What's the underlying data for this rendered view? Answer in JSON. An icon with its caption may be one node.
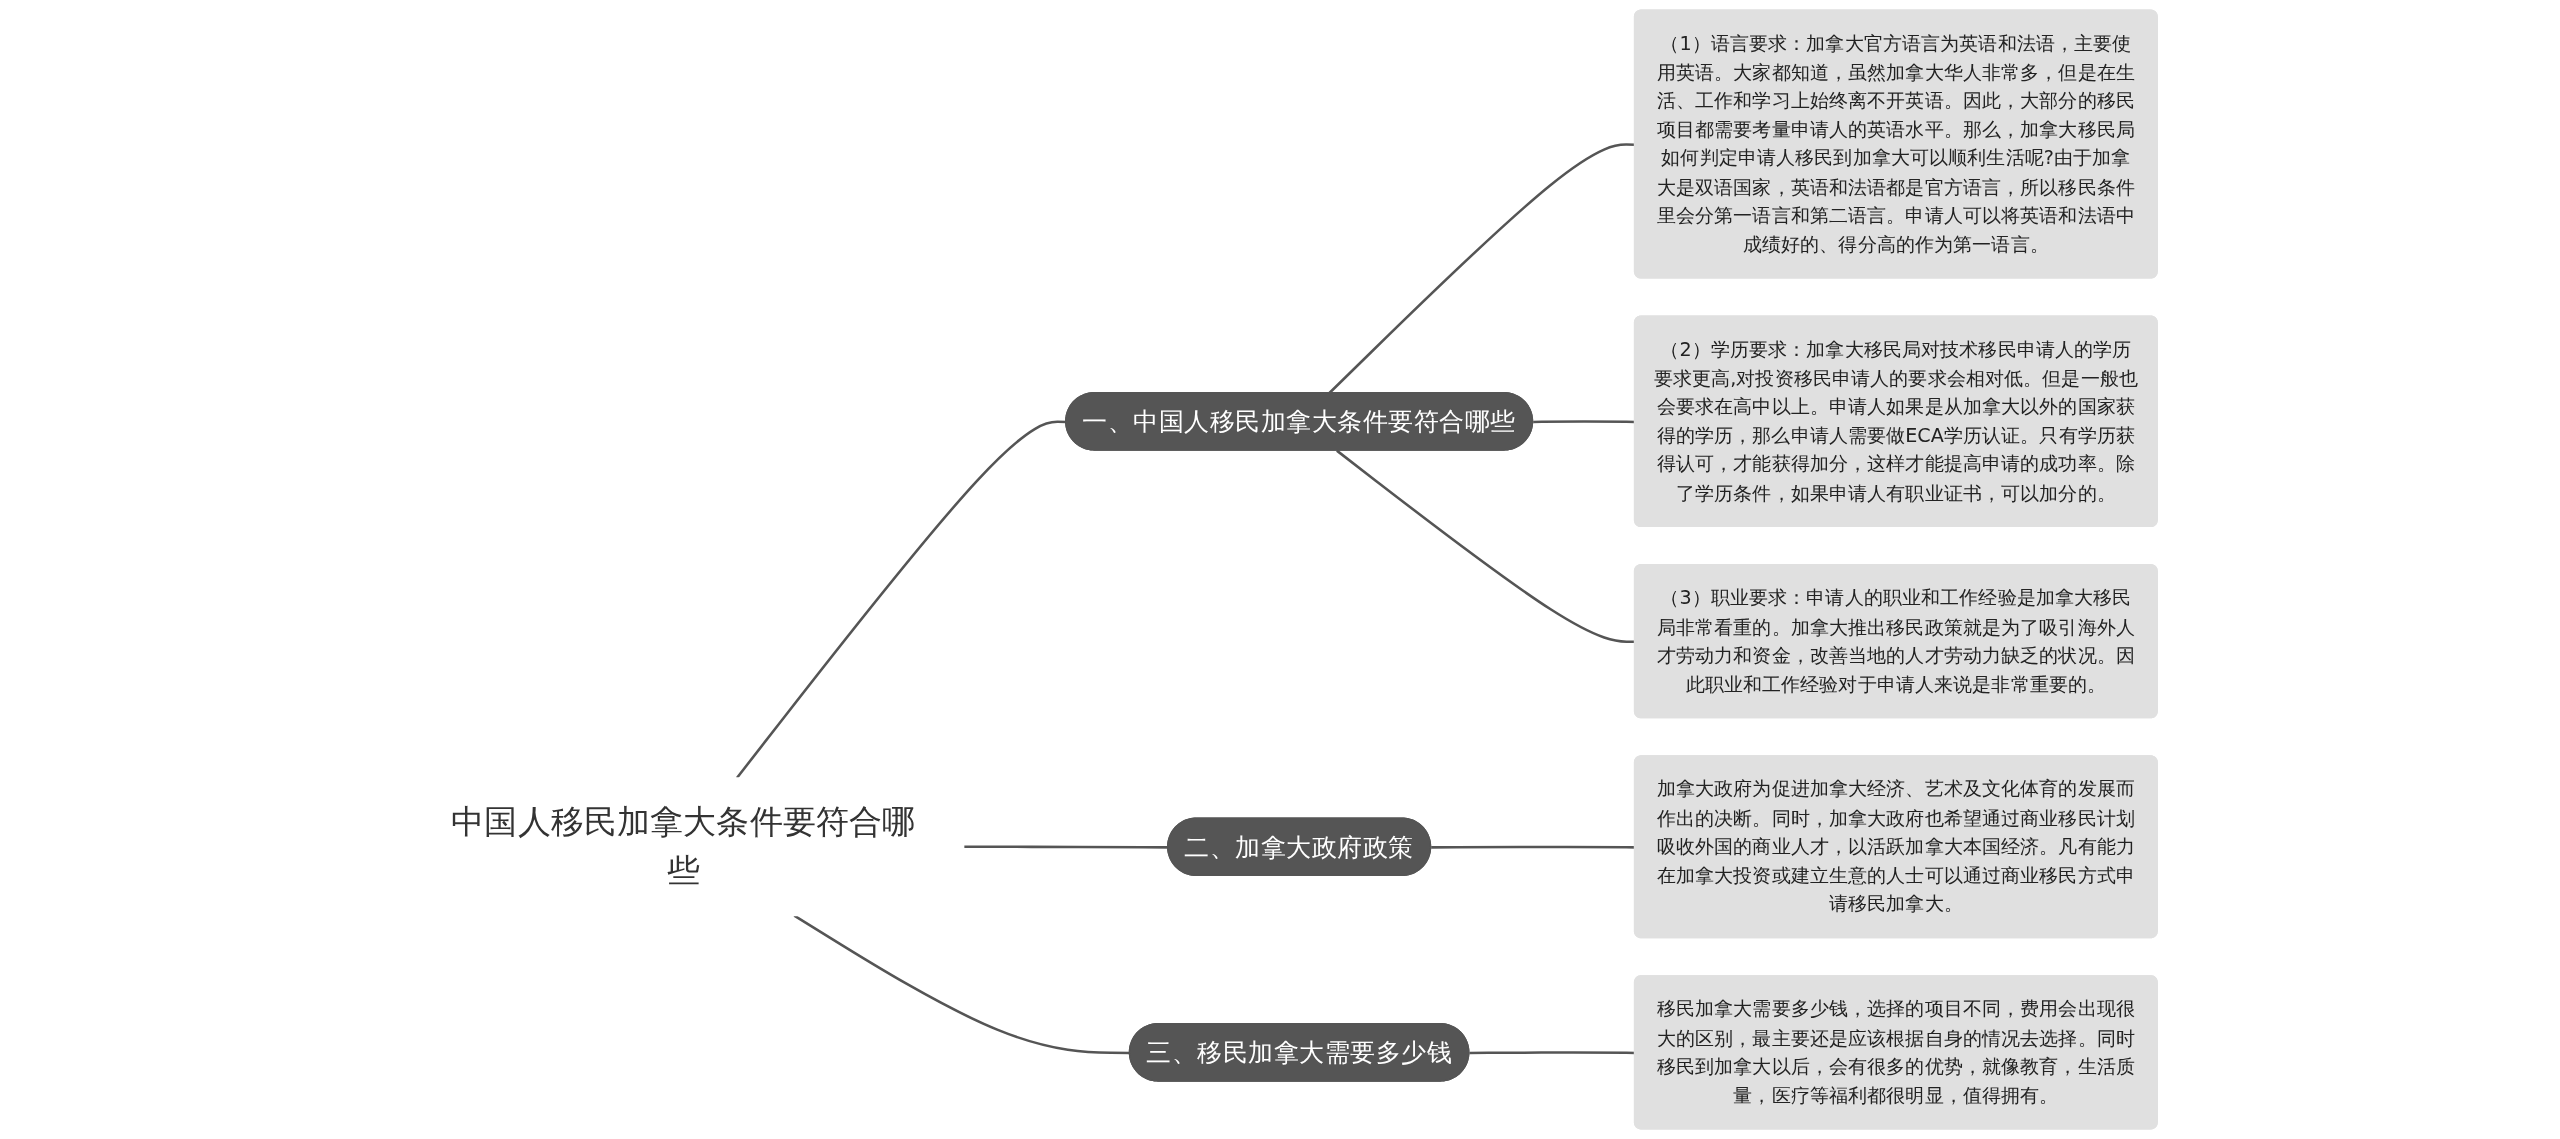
{
  "diagram": {
    "nodes": [
      {
        "text": [
          "中国人移民加拿大条件要符合哪些"
        ]
      },
      {
        "text": [
          "一、中国人移民加拿大条件要符合哪些"
        ]
      },
      {
        "text": [
          "（1）语言要求：加拿大官方语言为英语和法语，主要使用英语。大家都知道，虽然加拿大华人非常多，但是在生活、工作和学习上始终离不开英语。因此，大部分的移民项目都需要考量申请人的英语水平。那么，加拿大移民局如何判定申请人移民到加拿大可以顺利生活呢?由于加拿大是双语国家，英语和法语都是官方语言，所以移民条件里会分第一语言和第二语言。申请人可以将英语和法语中成绩好的、得分高的作为第一语言。"
        ]
      },
      {
        "text": [
          "（2）学历要求：加拿大移民局对技术移民申请人的学历要求更高,对投资移民申请人的要求会相对低。但是一般也会要求在高中以上。申请人如果是从加拿大以外的国家获得的学历，那么申请人需要做ECA学历认证。只有学历获得认可，才能获得加分，这样才能提高申请的成功率。除了学历条件，如果申请人有职业证书，可以加分的。"
        ]
      },
      {
        "text": [
          "（3）职业要求：申请人的职业和工作经验是加拿大移民局非常看重的。加拿大推出移民政策就是为了吸引海外人才劳动力和资金，改善当地的人才劳动力缺乏的状况。因此职业和工作经验对于申请人来说是非常重要的。"
        ]
      },
      {
        "text": [
          "二、加拿大政府政策"
        ]
      },
      {
        "text": [
          "加拿大政府为促进加拿大经济、艺术及文化体育的发展而作出的决断。同时，加拿大政府也希望通过商业移民计划吸收外国的商业人才，以活跃加拿大本国经济。凡有能力在加拿大投资或建立生意的人士可以通过商业移民方式申请移民加拿大。"
        ]
      },
      {
        "text": [
          "三、移民加拿大需要多少钱"
        ]
      },
      {
        "text": [
          "移民加拿大需要多少钱，选择的项目不同，费用会出现很大的区别，最主要还是应该根据自身的情况去选择。同时移民到加拿大以后，会有很多的优势，就像教育，生活质量，医疗等福利都很明显，值得拥有。"
        ]
      }
    ],
    "edges": [
      {
        "from": 0,
        "to": 1,
        "arrow": "none"
      },
      {
        "from": 1,
        "to": 2,
        "arrow": "none"
      },
      {
        "from": 1,
        "to": 3,
        "arrow": "none"
      },
      {
        "from": 1,
        "to": 4,
        "arrow": "none"
      },
      {
        "from": 0,
        "to": 5,
        "arrow": "none"
      },
      {
        "from": 5,
        "to": 6,
        "arrow": "none"
      },
      {
        "from": 0,
        "to": 7,
        "arrow": "none"
      },
      {
        "from": 7,
        "to": 8,
        "arrow": "none"
      }
    ]
  }
}
